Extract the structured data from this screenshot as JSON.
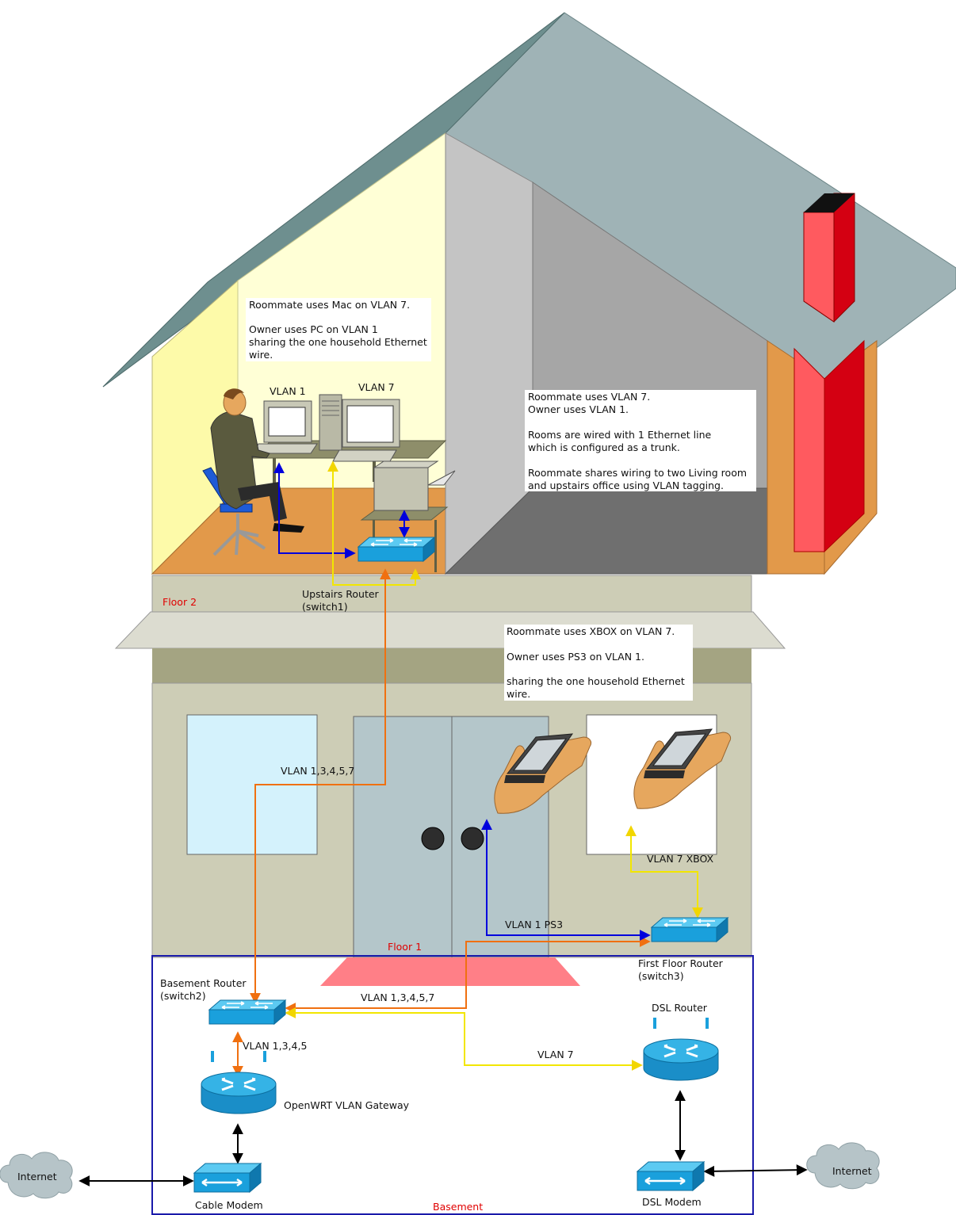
{
  "notes": {
    "upstairs": [
      "Roommate uses Mac on VLAN 7.",
      "",
      "Owner uses PC on VLAN 1",
      "sharing the one household Ethernet",
      "wire."
    ],
    "wiring": [
      "Roommate uses VLAN 7.",
      "Owner uses VLAN 1.",
      "",
      "Rooms are wired with 1 Ethernet line",
      "which is configured as a trunk.",
      "",
      "Roommate shares wiring to two Living room",
      "and upstairs office using VLAN tagging."
    ],
    "consoles": [
      "Roommate uses XBOX on VLAN 7.",
      "",
      "Owner uses PS3 on VLAN 1.",
      "",
      "sharing the one household Ethernet",
      "wire."
    ]
  },
  "labels": {
    "vlan1_pc": "VLAN 1",
    "vlan7_mac": "VLAN 7",
    "upstairs_router": [
      "Upstairs Router",
      "(switch1)"
    ],
    "floor2": "Floor 2",
    "floor1": "Floor 1",
    "basement": "Basement",
    "trunk_upstairs": "VLAN 1,3,4,5,7",
    "vlan7_xbox": "VLAN 7 XBOX",
    "vlan1_ps3": "VLAN 1 PS3",
    "first_floor_router": [
      "First Floor Router",
      "(switch3)"
    ],
    "basement_router": [
      "Basement Router",
      "(switch2)"
    ],
    "trunk_basement": "VLAN 1,3,4,5,7",
    "vlan_gateway_link": "VLAN 1,3,4,5",
    "vlan7_dsl": "VLAN 7",
    "dsl_router": "DSL Router",
    "openwrt_gateway": "OpenWRT VLAN Gateway",
    "cable_modem": "Cable Modem",
    "dsl_modem": "DSL Modem",
    "internet_left": "Internet",
    "internet_right": "Internet"
  },
  "colors": {
    "vlan1": "#0000dd",
    "vlan7": "#ffee00",
    "trunk": "#f07010",
    "uplink": "#000000",
    "switch": "#1aa0dc",
    "roof": "#9fb3b6",
    "basement_frame": "#1a1aaa"
  },
  "icons": [
    "person-at-desk-icon",
    "pc-tower-icon",
    "mac-computer-icon",
    "printer-icon",
    "switch-icon",
    "router-icon",
    "modem-icon",
    "cloud-icon",
    "handheld-console-icon",
    "chimney-icon"
  ]
}
